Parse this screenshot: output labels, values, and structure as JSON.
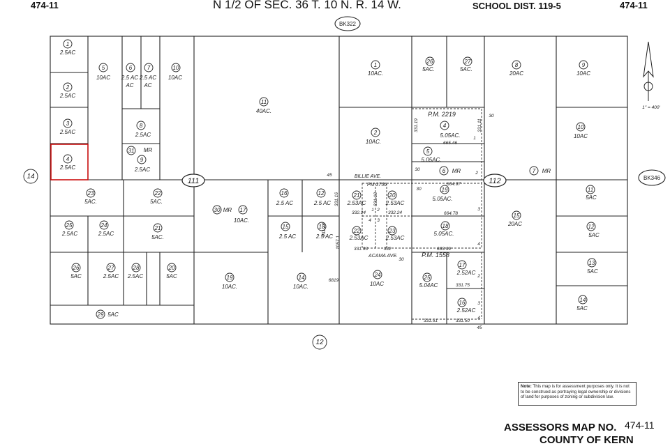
{
  "header": {
    "page_left": "474-11",
    "page_right": "474-11",
    "title": "N 1/2 OF SEC. 36 T. 10 N. R. 14 W.",
    "school_dist": "SCHOOL DIST. 119-5"
  },
  "refs": {
    "book_top": "BK322",
    "book_right": "BK346",
    "left_sheet": "14",
    "bottom_sheet": "12",
    "block_111": "111",
    "block_112": "112"
  },
  "north_arrow": {
    "scale": "1\" = 400'"
  },
  "roads": {
    "billie": "BILLIE AVE.",
    "acama": "ACAMA AVE."
  },
  "parcel_maps": {
    "pm_2219": "P.M. 2219",
    "pm_1558": "P.M. 1558",
    "pm_3756": "PM 3756"
  },
  "parcels": [
    {
      "n": "1",
      "a": "2.5AC"
    },
    {
      "n": "2",
      "a": "2.5AC"
    },
    {
      "n": "3",
      "a": "2.5AC"
    },
    {
      "n": "4",
      "a": "2.5AC"
    },
    {
      "n": "5",
      "a": "10AC"
    },
    {
      "n": "6",
      "a": "2.5 AC"
    },
    {
      "n": "7",
      "a": "2.5 AC"
    },
    {
      "n": "10",
      "a": "10AC"
    },
    {
      "n": "8",
      "a": "2.5AC"
    },
    {
      "n": "9",
      "a": "2.5AC"
    },
    {
      "n": "11",
      "a": "40AC."
    },
    {
      "n": "23",
      "a": "5AC."
    },
    {
      "n": "22",
      "a": "5AC."
    },
    {
      "n": "25",
      "a": "2.5AC"
    },
    {
      "n": "24",
      "a": "2.5AC"
    },
    {
      "n": "21",
      "a": "5AC."
    },
    {
      "n": "26",
      "a": "5AC"
    },
    {
      "n": "27",
      "a": "2.5AC"
    },
    {
      "n": "28",
      "a": "2.5AC"
    },
    {
      "n": "20",
      "a": "5AC"
    },
    {
      "n": "29",
      "a": "5AC"
    },
    {
      "n": "30",
      "a": "10AC."
    },
    {
      "n": "17",
      "a": ""
    },
    {
      "n": "19",
      "a": "10AC."
    },
    {
      "n": "16",
      "a": "2.5 AC"
    },
    {
      "n": "12",
      "a": "2.5 AC"
    },
    {
      "n": "15",
      "a": "2.5 AC"
    },
    {
      "n": "13",
      "a": "2.5 AC"
    },
    {
      "n": "14",
      "a": "10AC."
    },
    {
      "n": "1",
      "a": "10AC."
    },
    {
      "n": "2",
      "a": "10AC."
    },
    {
      "n": "26",
      "a": "5AC."
    },
    {
      "n": "27",
      "a": "5AC."
    },
    {
      "n": "4",
      "a": "5.05AC."
    },
    {
      "n": "5",
      "a": "5.05AC."
    },
    {
      "n": "6",
      "a": ""
    },
    {
      "n": "21",
      "a": "2.53AC"
    },
    {
      "n": "20",
      "a": "2.53AC"
    },
    {
      "n": "22",
      "a": "2.53AC"
    },
    {
      "n": "23",
      "a": "2.53AC"
    },
    {
      "n": "19",
      "a": "5.05AC."
    },
    {
      "n": "18",
      "a": "5.05AC."
    },
    {
      "n": "24",
      "a": "10AC"
    },
    {
      "n": "25",
      "a": "5.04AC"
    },
    {
      "n": "17",
      "a": "2.52AC"
    },
    {
      "n": "16",
      "a": "2.52AC"
    },
    {
      "n": "8",
      "a": "20AC"
    },
    {
      "n": "7",
      "a": ""
    },
    {
      "n": "15",
      "a": "20AC"
    },
    {
      "n": "9",
      "a": "10AC"
    },
    {
      "n": "10",
      "a": "10AC"
    },
    {
      "n": "11",
      "a": "5AC"
    },
    {
      "n": "12",
      "a": "5AC"
    },
    {
      "n": "13",
      "a": "5AC"
    },
    {
      "n": "14",
      "a": "5AC"
    }
  ],
  "dimensions": [
    "665.46",
    "664.97",
    "664.78",
    "663.99",
    "332.24",
    "332.24",
    "331.93",
    "332",
    "331.75",
    "331.51",
    "331.50",
    "331.19",
    "331.11",
    "331.18",
    "331.16",
    "331.28",
    "1057.1"
  ],
  "misc_labels": [
    "MR",
    "MR",
    "MR",
    "MR",
    "30",
    "30",
    "30",
    "30",
    "45",
    "45",
    "1",
    "2",
    "3",
    "4",
    "1",
    "2",
    "3",
    "4",
    "2",
    "3",
    "4",
    "6819"
  ],
  "note": {
    "title": "Note:",
    "text": "This map is for assessment purposes only. It is not to be construed as portraying legal ownership or divisions of land for purposes of zoning or subdivision law."
  },
  "footer": {
    "map_no_label": "ASSESSORS MAP NO.",
    "map_no": "474-11",
    "county": "COUNTY OF KERN"
  },
  "colors": {
    "line": "#222222",
    "highlight": "#cc1111"
  }
}
